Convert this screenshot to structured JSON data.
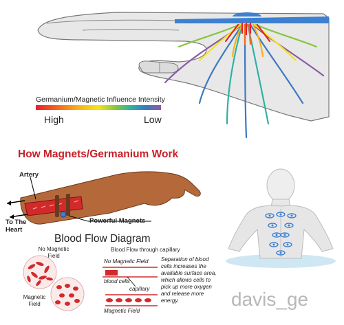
{
  "legend": {
    "title": "Germanium/Magnetic Influence Intensity",
    "high": "High",
    "low": "Low"
  },
  "section": {
    "title": "How Magnets/Germanium Work",
    "artery": "Artery",
    "to_heart": "To The Heart",
    "powerful_magnets": "Powerful Magnets"
  },
  "blood_flow": {
    "title": "Blood Flow Diagram",
    "no_magnetic_field": "No Magnetic Field",
    "magnetic_field": "Magnetic Field",
    "capillary_heading": "Blood Flow through capillary",
    "no_field_italic": "No Magnetic Field",
    "blood_cells": "blood cells",
    "capillary": "capillary",
    "magnetic_field_italic": "Magnetic Field",
    "separation_text": "Separation of blood cells increases the available surface area, which allows cells to pick up more oxygen and release more energy."
  },
  "watermark": "davis_ge",
  "colors": {
    "title_red": "#c8202a",
    "skin": "#b5693a",
    "blood": "#d22a2a",
    "magnet_blue": "#3d7fd0"
  }
}
